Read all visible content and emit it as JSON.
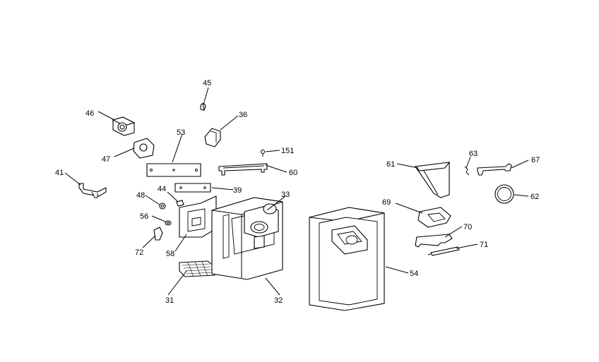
{
  "labels": {
    "l31": "31",
    "l32": "32",
    "l33": "33",
    "l36": "36",
    "l39": "39",
    "l41": "41",
    "l44": "44",
    "l45": "45",
    "l46": "46",
    "l47": "47",
    "l48": "48",
    "l53": "53",
    "l54": "54",
    "l56": "56",
    "l58": "58",
    "l60": "60",
    "l61": "61",
    "l62": "62",
    "l63": "63",
    "l67": "67",
    "l69": "69",
    "l70": "70",
    "l71": "71",
    "l72": "72",
    "l151": "151"
  }
}
